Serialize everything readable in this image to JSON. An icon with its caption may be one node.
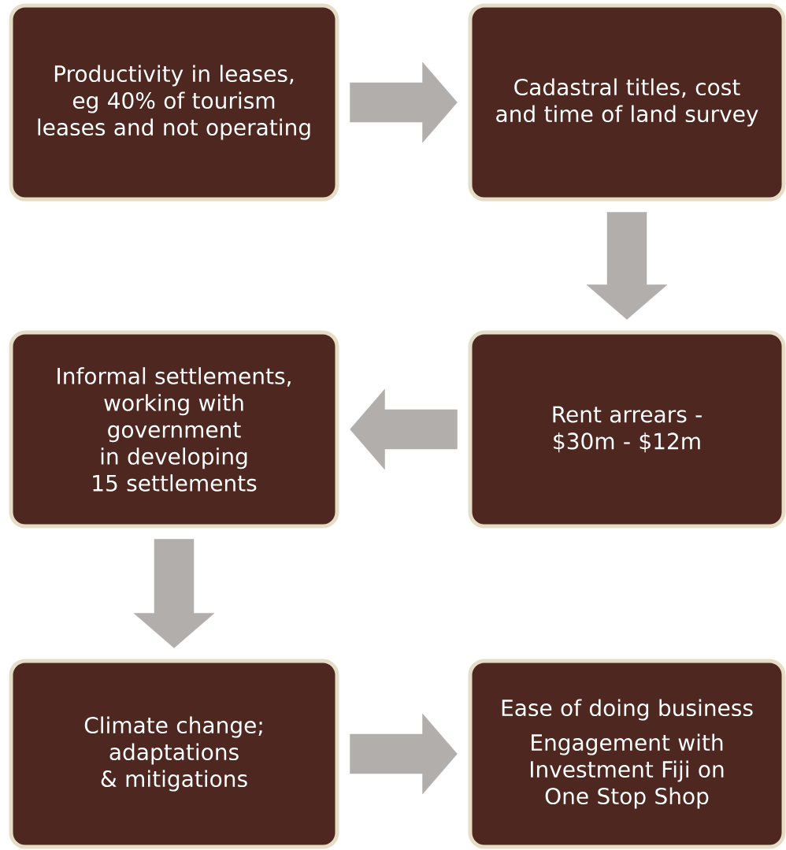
{
  "diagram": {
    "nodes": [
      {
        "text": [
          "Productivity in leases, eg 40% of tourism leases and not operating"
        ]
      },
      {
        "text": [
          "Cadastral titles, cost and time of land survey"
        ]
      },
      {
        "text": [
          "Rent arrears - $30m - $12m"
        ]
      },
      {
        "text": [
          "Informal settlements, working with government in developing 15 settlements"
        ]
      },
      {
        "text": [
          "Climate change; adaptations & mitigations"
        ]
      },
      {
        "text": [
          "Ease of doing business",
          "Engagement with Investment Fiji on One Stop Shop"
        ]
      }
    ],
    "edges": [
      {
        "from": 0,
        "to": 1,
        "arrow": "to"
      },
      {
        "from": 1,
        "to": 2,
        "arrow": "to"
      },
      {
        "from": 2,
        "to": 3,
        "arrow": "to"
      },
      {
        "from": 3,
        "to": 4,
        "arrow": "to"
      },
      {
        "from": 4,
        "to": 5,
        "arrow": "to"
      }
    ]
  }
}
